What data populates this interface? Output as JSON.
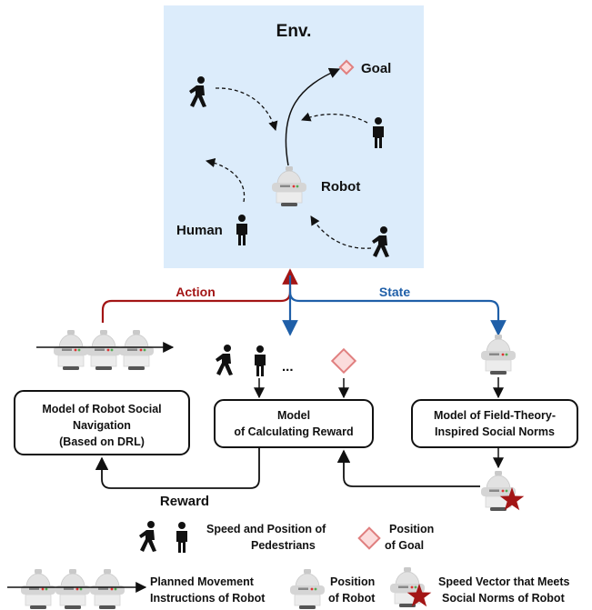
{
  "colors": {
    "env_background": "#dcecfb",
    "action": "#a31515",
    "state": "#1f5fa8",
    "goal_marker": "#e07f7f",
    "star": "#a31515",
    "line": "#111111"
  },
  "env": {
    "title": "Env.",
    "goal_label": "Goal",
    "robot_label": "Robot",
    "human_label": "Human"
  },
  "arrows": {
    "action_label": "Action",
    "state_label": "State",
    "reward_label": "Reward"
  },
  "inputs": {
    "ellipsis": "..."
  },
  "boxes": {
    "nav_model": [
      "Model of Robot Social",
      "Navigation",
      "(Based on DRL)"
    ],
    "reward_model": [
      "Model",
      "of Calculating Reward"
    ],
    "norms_model": [
      "Model of Field-Theory-",
      "Inspired Social Norms"
    ]
  },
  "legend": {
    "pedestrians": [
      "Speed and Position of",
      "Pedestrians"
    ],
    "goal": [
      "Position",
      "of Goal"
    ],
    "planned": [
      "Planned Movement",
      "Instructions of Robot"
    ],
    "robot_position": [
      "Position",
      "of Robot"
    ],
    "speed_vector": [
      "Speed Vector that Meets",
      "Social Norms of Robot"
    ]
  }
}
